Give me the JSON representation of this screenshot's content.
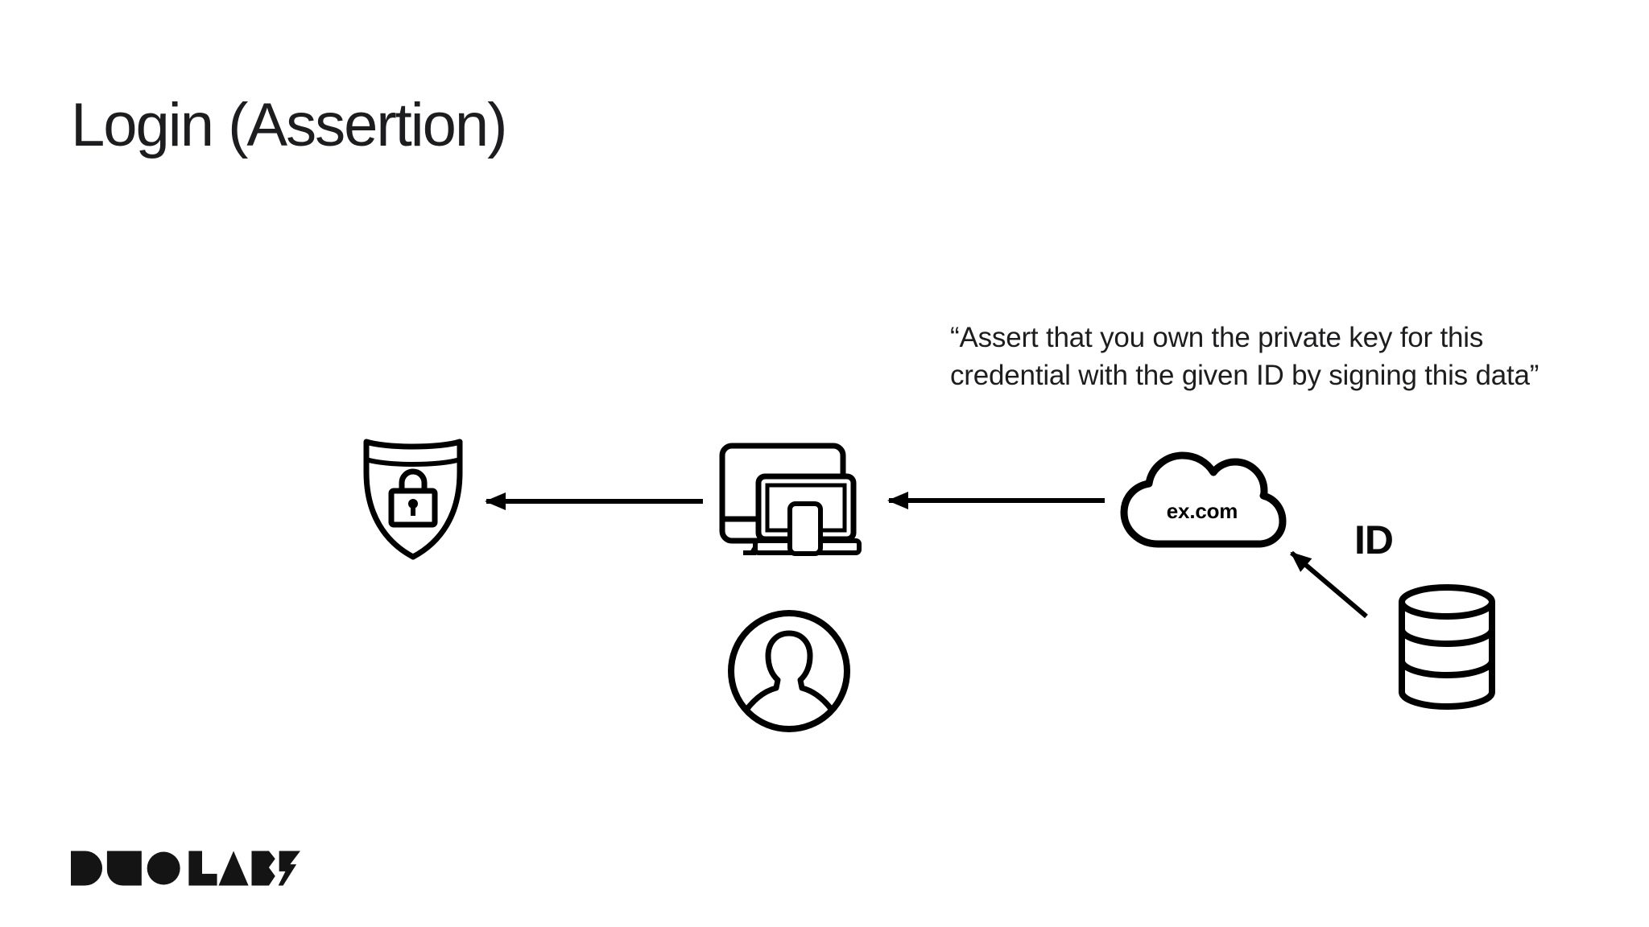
{
  "slide": {
    "title": "Login (Assertion)",
    "quote_line1": "“Assert that you own the private key for this",
    "quote_line2": "credential with the given ID by signing this data”",
    "logo_text": "DUO LABS",
    "colors": {
      "background": "#ffffff",
      "foreground": "#000000",
      "text": "#1d1d1f"
    }
  },
  "diagram": {
    "cloud_label": "ex.com",
    "id_label": "ID",
    "nodes": [
      {
        "name": "authenticator",
        "icon": "shield-lock-icon"
      },
      {
        "name": "client-devices",
        "icon": "devices-icon"
      },
      {
        "name": "user",
        "icon": "user-avatar-icon"
      },
      {
        "name": "relying-party-server",
        "icon": "cloud-icon",
        "label": "ex.com"
      },
      {
        "name": "credential-database",
        "icon": "database-icon"
      }
    ],
    "arrows": [
      {
        "from": "client-devices",
        "to": "authenticator"
      },
      {
        "from": "relying-party-server",
        "to": "client-devices"
      },
      {
        "from": "credential-database",
        "to": "relying-party-server",
        "label": "ID"
      }
    ]
  }
}
